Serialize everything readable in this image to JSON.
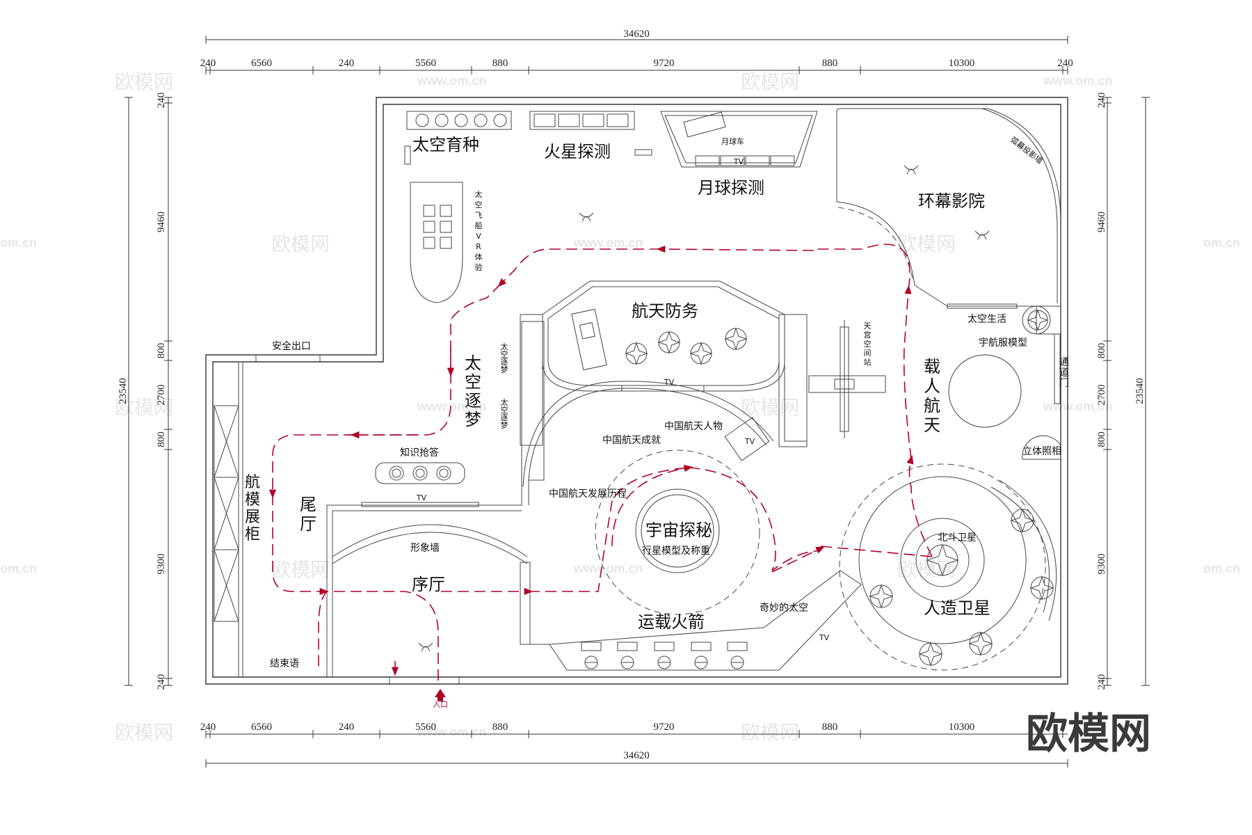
{
  "dimensions": {
    "total_width": "34620",
    "total_height": "23540",
    "top_segments": [
      "240",
      "6560",
      "240",
      "5560",
      "880",
      "9720",
      "880",
      "10300",
      "240"
    ],
    "bottom_segments": [
      "240",
      "6560",
      "240",
      "5560",
      "880",
      "9720",
      "880",
      "10300"
    ],
    "left_segments": [
      "240",
      "9460",
      "800",
      "2700",
      "800",
      "9300",
      "240"
    ],
    "right_segments": [
      "240",
      "9460",
      "800",
      "2700",
      "800",
      "9300",
      "240"
    ]
  },
  "zones": {
    "space_breeding": "太空育种",
    "mars": "火星探测",
    "moon": "月球探测",
    "dome_cinema": "环幕影院",
    "defense": "航天防务",
    "dream": "太空逐梦",
    "manned": "载人航天",
    "models_cabinet": "航模展柜",
    "tail_hall": "尾厅",
    "prelude_hall": "序厅",
    "universe": "宇宙探秘",
    "rocket": "运载火箭",
    "satellite": "人造卫星"
  },
  "labels": {
    "lunar_rover": "月球车",
    "tv": "TV",
    "vr_ship": "太空飞船VR体验",
    "arc_screen": "弧幕投影墙",
    "space_life": "太空生活",
    "spacesuit": "宇航服模型",
    "passage": "通道门",
    "photo_booth": "立体照相",
    "space_station": "天宫空间站",
    "exit": "安全出口",
    "knowledge_quiz": "知识抢答",
    "image_wall": "形象墙",
    "ending": "结束语",
    "entrance": "入口",
    "cn_figures": "中国航天人物",
    "cn_achievements": "中国航天成就",
    "cn_history": "中国航天发展历程",
    "weighing": "行星模型及称重",
    "beidou": "北斗卫星",
    "wonder_space": "奇妙的太空",
    "dream_a": "太空逐梦",
    "dream_b": "太空逐梦"
  },
  "watermarks": {
    "brand": "欧模网",
    "url": "www.om.cn",
    "url_short": "om.cn"
  },
  "colors": {
    "route": "#b0002a",
    "wall": "#333333",
    "background": "#ffffff"
  }
}
